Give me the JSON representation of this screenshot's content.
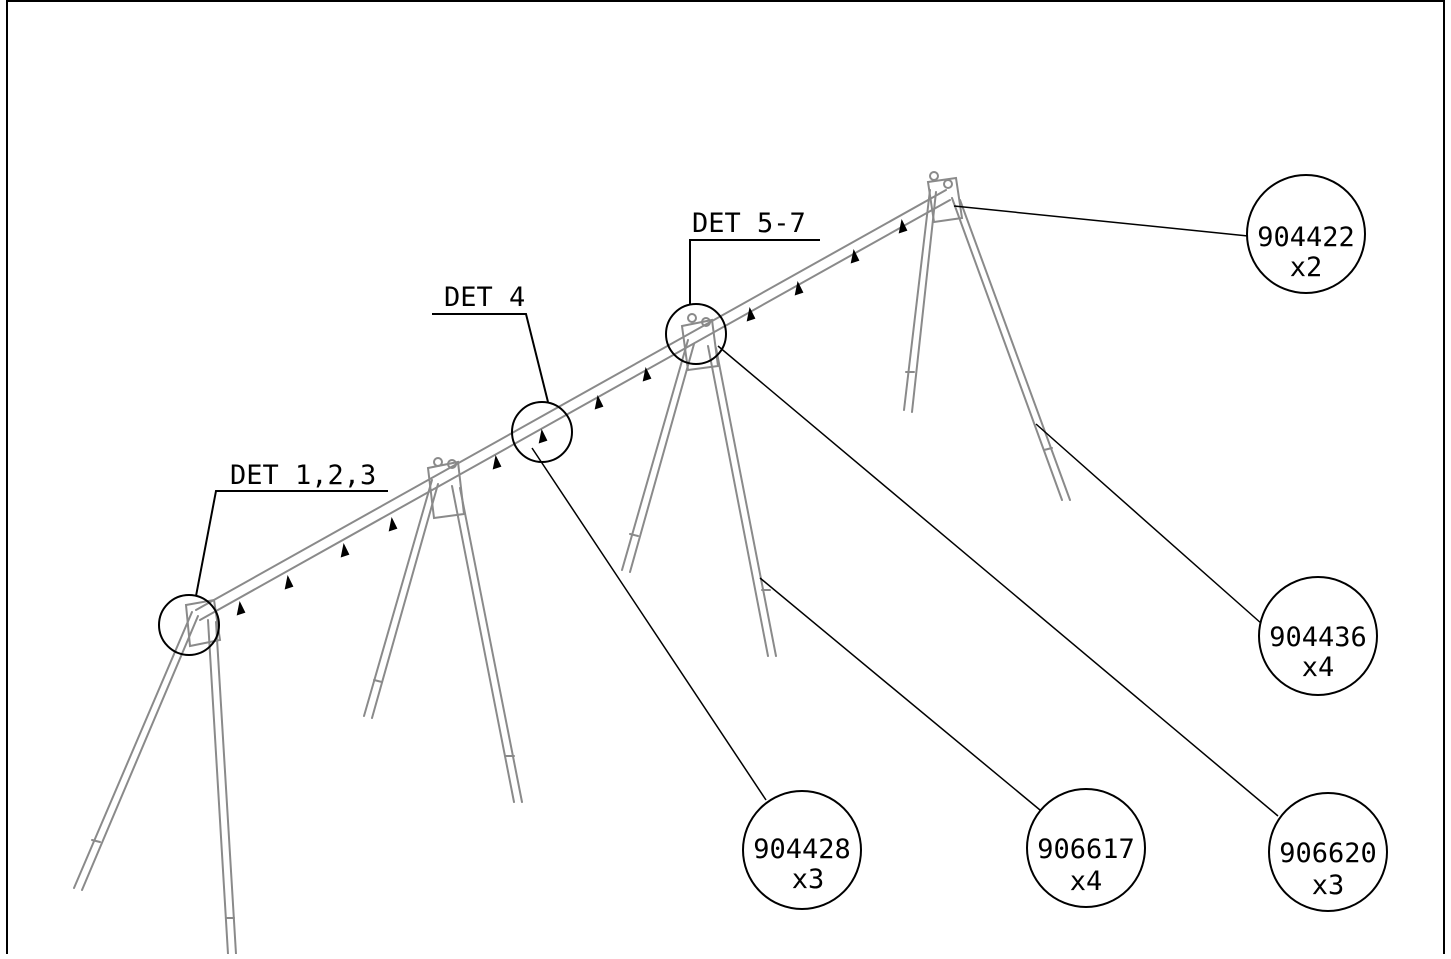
{
  "detail_labels": [
    {
      "text": "DET 1,2,3"
    },
    {
      "text": "DET 4"
    },
    {
      "text": "DET 5-7"
    }
  ],
  "callouts": [
    {
      "part": "904422",
      "qty": "x2"
    },
    {
      "part": "904436",
      "qty": "x4"
    },
    {
      "part": "904428",
      "qty": "x3"
    },
    {
      "part": "906617",
      "qty": "x4"
    },
    {
      "part": "906620",
      "qty": "x3"
    }
  ],
  "colors": {
    "line": "#000000",
    "structure": "#8a8a8a",
    "background": "#ffffff"
  }
}
